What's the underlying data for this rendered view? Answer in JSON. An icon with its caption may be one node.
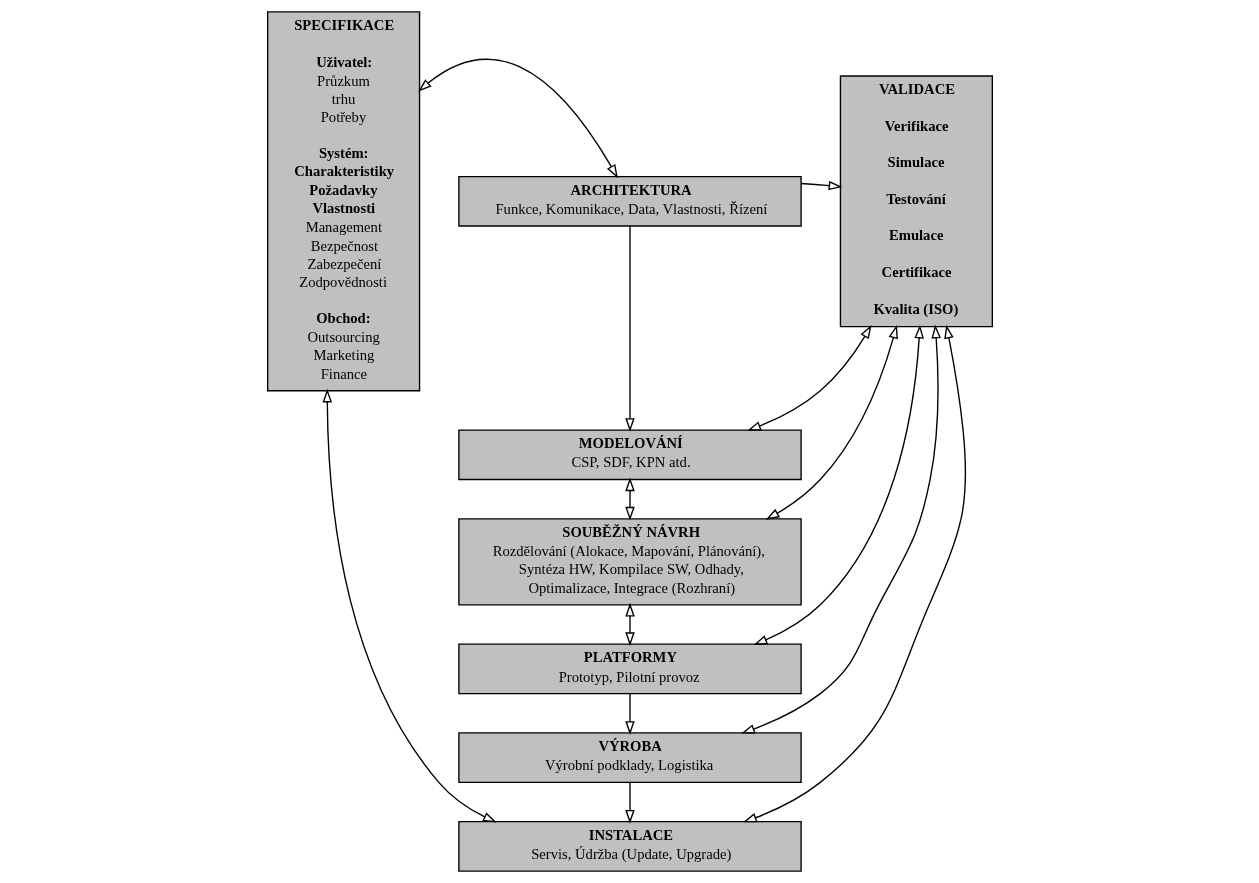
{
  "diagram": {
    "nodes": [
      {
        "text": [
          "SPECIFIKACE",
          "Uživatel:",
          "Průzkum trhu Potřeby",
          "Systém:",
          "Charakteristiky Požadavky Vlastnosti",
          "Management Bezpečnost Zabezpečení Zodpovědnosti",
          "Obchod:",
          "Outsourcing Marketing Finance"
        ]
      },
      {
        "text": [
          "ARCHITEKTURA",
          "Funkce, Komunikace, Data, Vlastnosti, Řízení"
        ]
      },
      {
        "text": [
          "MODELOVÁNÍ",
          "CSP, SDF, KPN atd."
        ]
      },
      {
        "text": [
          "SOUBĚŽNÝ NÁVRH",
          "Rozdělování (Alokace, Mapování, Plánování), Syntéza HW, Kompilace SW, Odhady, Optimalizace, Integrace (Rozhraní)"
        ]
      },
      {
        "text": [
          "PLATFORMY",
          "Prototyp, Pilotní provoz"
        ]
      },
      {
        "text": [
          "VÝROBA",
          "Výrobní podklady, Logistika"
        ]
      },
      {
        "text": [
          "INSTALACE",
          "Servis, Údržba (Update, Upgrade)"
        ]
      },
      {
        "text": [
          "VALIDACE",
          "Verifikace",
          "Simulace",
          "Testování",
          "Emulace",
          "Certifikace",
          "Kvalita (ISO)"
        ]
      }
    ],
    "edges": [
      {
        "from": 0,
        "to": 1,
        "arrow": "both"
      },
      {
        "from": 1,
        "to": 7,
        "arrow": "to"
      },
      {
        "from": 1,
        "to": 2,
        "arrow": "to"
      },
      {
        "from": 2,
        "to": 7,
        "arrow": "both"
      },
      {
        "from": 2,
        "to": 3,
        "arrow": "both"
      },
      {
        "from": 3,
        "to": 7,
        "arrow": "both"
      },
      {
        "from": 3,
        "to": 4,
        "arrow": "both"
      },
      {
        "from": 4,
        "to": 7,
        "arrow": "both"
      },
      {
        "from": 4,
        "to": 5,
        "arrow": "to"
      },
      {
        "from": 5,
        "to": 7,
        "arrow": "both"
      },
      {
        "from": 5,
        "to": 6,
        "arrow": "to"
      },
      {
        "from": 0,
        "to": 6,
        "arrow": "both"
      },
      {
        "from": 6,
        "to": 7,
        "arrow": "both"
      }
    ]
  }
}
